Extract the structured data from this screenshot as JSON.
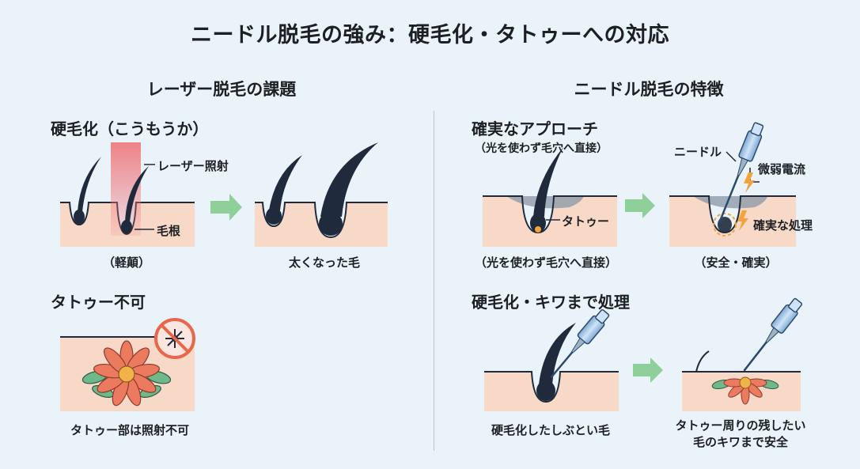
{
  "title": "ニードル脱毛の強み：硬毛化・タトゥーへの対応",
  "left": {
    "heading": "レーザー脱毛の課題",
    "hard_hair": {
      "heading": "硬毛化（こうもうか）",
      "laser_label": "レーザー照射",
      "root_label": "毛根",
      "before_caption": "（軽顛）",
      "after_caption": "太くなった毛"
    },
    "tattoo": {
      "heading": "タトゥー不可",
      "caption": "タトゥー部は照射不可"
    }
  },
  "right": {
    "heading": "ニードル脱毛の特徴",
    "approach": {
      "heading": "確実なアプローチ",
      "subheading": "（光を使わず毛穴へ直接）",
      "tattoo_label": "タトゥー",
      "needle_label": "ニードル",
      "current_label": "微弱電流",
      "treat_label": "確実な処理",
      "before_caption": "（光を使わず毛穴へ直接）",
      "after_caption": "（安全・確実）"
    },
    "edge": {
      "heading": "硬毛化・キワまで処理",
      "before_caption": "硬毛化したしぶとい毛",
      "after_caption_line1": "タトゥー周りの残したい",
      "after_caption_line2": "毛のキワまで安全"
    }
  },
  "colors": {
    "background": "#e9f3f9",
    "skin": "#f8d9c8",
    "hair": "#1f2a3c",
    "laser": "#ef6f74",
    "arrow": "#8fcf9a",
    "tattoo_petal": "#ec7a5f",
    "tattoo_leaf": "#6fb88a",
    "needle": "#8fb8de",
    "spark": "#f2a33a",
    "prohibit": "#e8664c"
  }
}
